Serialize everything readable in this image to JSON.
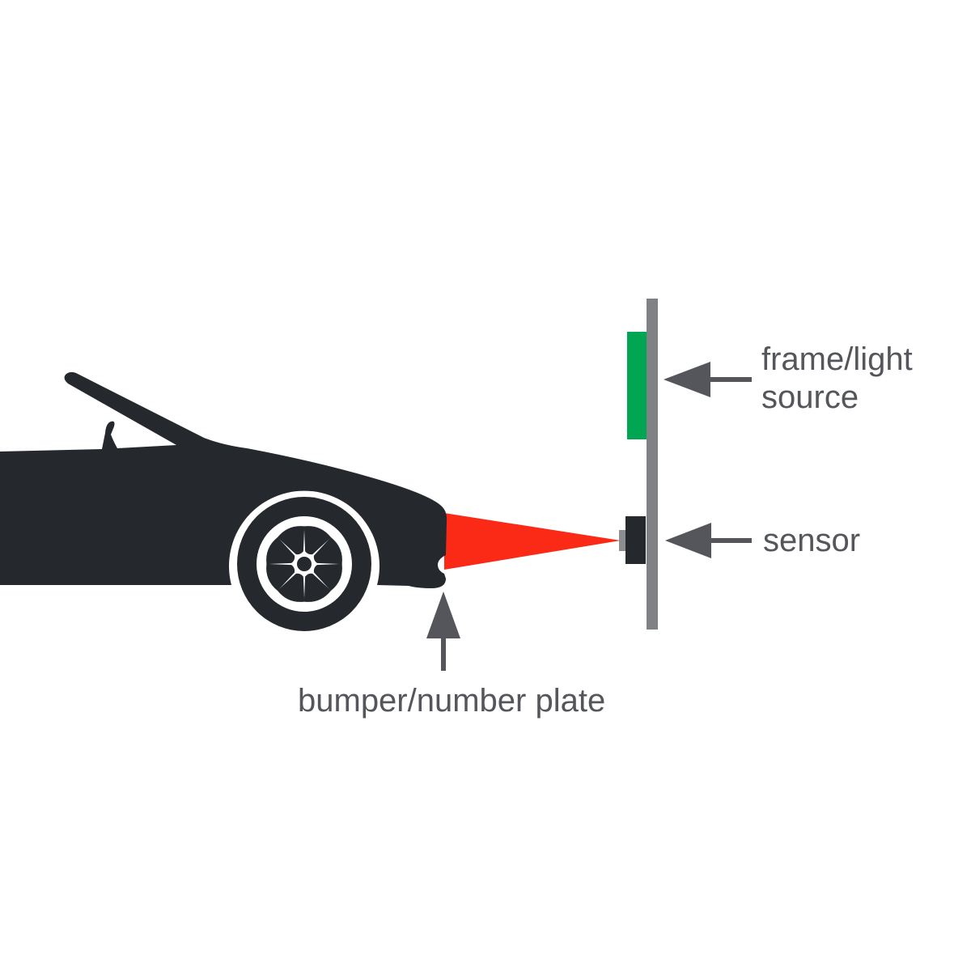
{
  "diagram": {
    "labels": {
      "frame_light_source": "frame/light\nsource",
      "sensor": "sensor",
      "bumper_number_plate": "bumper/number plate"
    },
    "colors": {
      "background": "#ffffff",
      "car": "#25282d",
      "beam": "#fa2a17",
      "light_source": "#00a651",
      "frame_pole": "#7f8185",
      "sensor_block": "#25282d",
      "sensor_nub": "#8b8d90",
      "arrow": "#54565b",
      "text": "#54565b",
      "wheel_rim": "#ffffff"
    }
  }
}
